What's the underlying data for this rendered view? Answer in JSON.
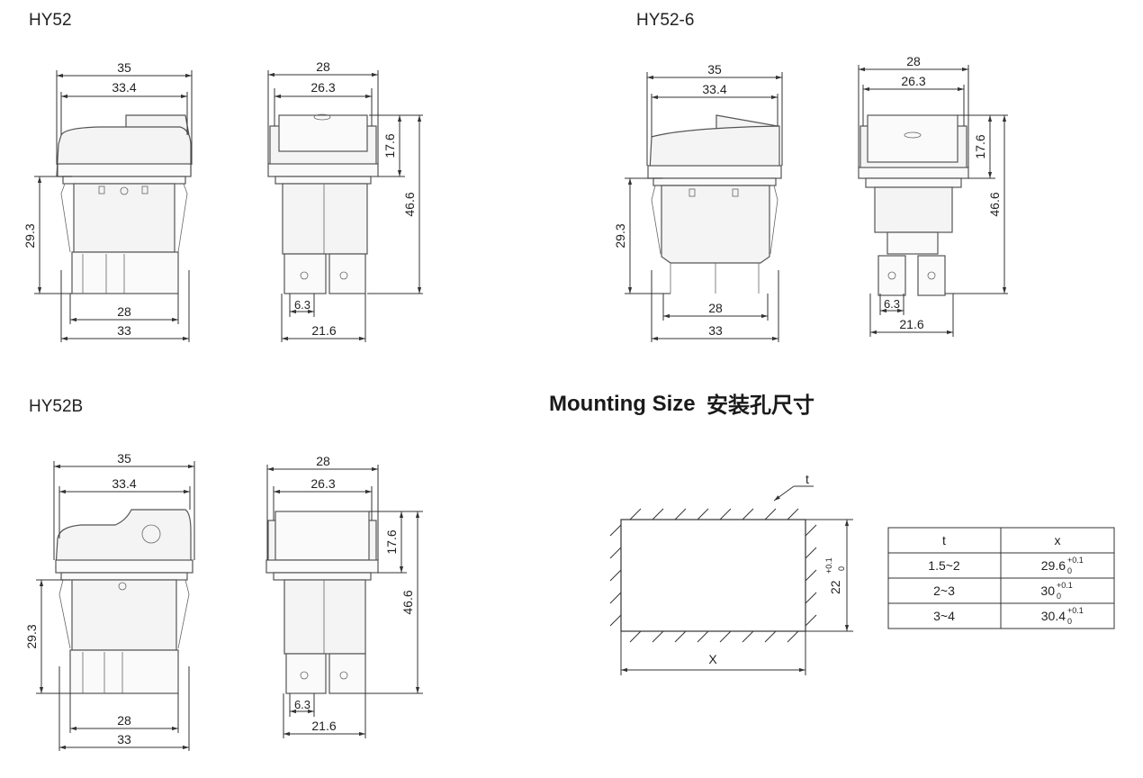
{
  "models": {
    "hy52": {
      "label": "HY52"
    },
    "hy52_6": {
      "label": "HY52-6"
    },
    "hy52b": {
      "label": "HY52B"
    }
  },
  "front_dims": {
    "outer_width": "35",
    "inner_width": "33.4",
    "bottom_inner": "28",
    "bottom_outer": "33",
    "height": "29.3"
  },
  "side_dims": {
    "outer_width": "28",
    "inner_width": "26.3",
    "top_height": "17.6",
    "total_height": "46.6",
    "terminal": "6.3",
    "bottom_width": "21.6"
  },
  "mounting": {
    "heading": "Mounting Size",
    "heading_cn": "安装孔尺寸",
    "t_label": "t",
    "x_label": "X",
    "height_label": "22",
    "height_tol_upper": "+0.1",
    "height_tol_lower": "0"
  },
  "table": {
    "headers": [
      "t",
      "x"
    ],
    "rows": [
      {
        "t": "1.5~2",
        "x": "29.6",
        "upper": "+0.1",
        "lower": "0"
      },
      {
        "t": "2~3",
        "x": "30",
        "upper": "+0.1",
        "lower": "0"
      },
      {
        "t": "3~4",
        "x": "30.4",
        "upper": "+0.1",
        "lower": "0"
      }
    ]
  },
  "colors": {
    "line": "#333333",
    "fill": "#f4f4f4"
  }
}
